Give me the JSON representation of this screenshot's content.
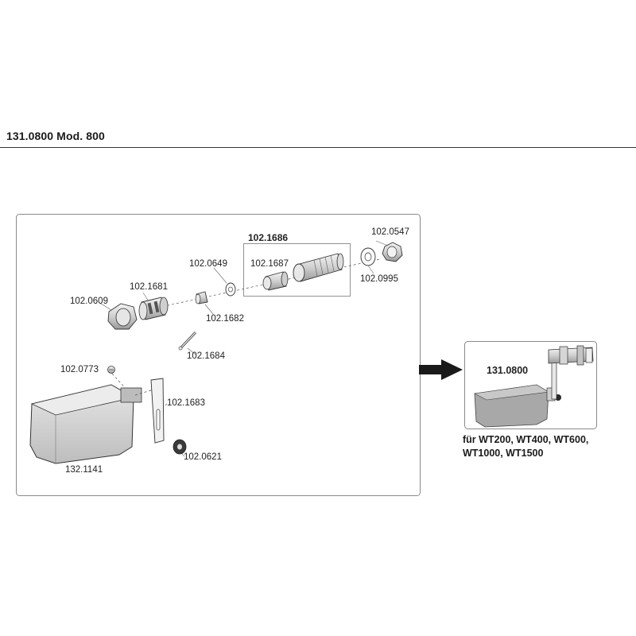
{
  "page": {
    "title": "131.0800 Mod. 800"
  },
  "assembly": {
    "subassembly_label": "102.1686",
    "parts": {
      "p_0547": "102.0547",
      "p_0995": "102.0995",
      "p_0649": "102.0649",
      "p_1687": "102.1687",
      "p_1681": "102.1681",
      "p_0609": "102.0609",
      "p_1682": "102.1682",
      "p_1684": "102.1684",
      "p_0773": "102.0773",
      "p_1683": "102.1683",
      "p_0621": "102.0621",
      "p_1141": "132.1141"
    }
  },
  "complete_unit": {
    "label": "131.0800",
    "compatibility_line1": "für WT200, WT400, WT600,",
    "compatibility_line2": "WT1000, WT1500"
  },
  "colors": {
    "line": "#333333",
    "frame": "#8a8a8a",
    "float_fill": "#d4d4d4",
    "arrow": "#1a1a1a"
  }
}
